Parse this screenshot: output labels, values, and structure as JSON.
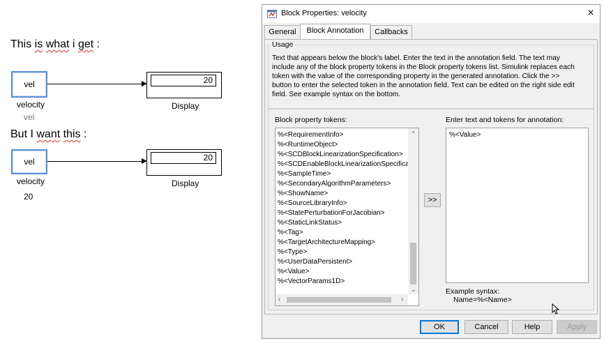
{
  "left": {
    "heading1": {
      "pre": "This ",
      "w1": "is",
      "sp1": " ",
      "w2": "what",
      "sp2": " i ",
      "w3": "get",
      "post": " :"
    },
    "heading2": {
      "pre": "But I ",
      "w1": "want",
      "sp1": " ",
      "w2": "this",
      "post": " :"
    },
    "diagram1": {
      "block_text": "vel",
      "block_name": "velocity",
      "annotation": "vel",
      "display_value": "20",
      "display_name": "Display"
    },
    "diagram2": {
      "block_text": "vel",
      "block_name": "velocity",
      "annotation": "20",
      "display_value": "20",
      "display_name": "Display"
    }
  },
  "dialog": {
    "title": "Block Properties: velocity",
    "close": "×",
    "tabs": [
      {
        "label": "General"
      },
      {
        "label": "Block Annotation"
      },
      {
        "label": "Callbacks"
      }
    ],
    "usage_label": "Usage",
    "usage_lines": [
      "Text that appears below the block's label. Enter the text in the annotation field. The text may",
      "include any of the block property tokens in the Block property tokens list. Simulink replaces each",
      "token with the value of the corresponding property in the generated annotation. Click the >>",
      "button to enter the selected token in the annotation field. Text can be edited on the right side edit",
      "field. See example syntax on the bottom."
    ],
    "tokens_label": "Block property tokens:",
    "tokens": [
      "%<RequirementInfo>",
      "%<RuntimeObject>",
      "%<SCDBlockLinearizationSpecification>",
      "%<SCDEnableBlockLinearizationSpecifica",
      "%<SampleTime>",
      "%<SecondaryAlgorithmParameters>",
      "%<ShowName>",
      "%<SourceLibraryInfo>",
      "%<StatePerturbationForJacobian>",
      "%<StaticLinkStatus>",
      "%<Tag>",
      "%<TargetArchitectureMapping>",
      "%<Type>",
      "%<UserDataPersistent>",
      "%<Value>",
      "%<VectorParams1D>"
    ],
    "insert_button": ">>",
    "annotation_label": "Enter text and tokens for annotation:",
    "annotation_value": "%<Value>",
    "example_label": "Example syntax:",
    "example_value": "Name=%<Name>",
    "buttons": {
      "ok": "OK",
      "cancel": "Cancel",
      "help": "Help",
      "apply": "Apply"
    }
  }
}
